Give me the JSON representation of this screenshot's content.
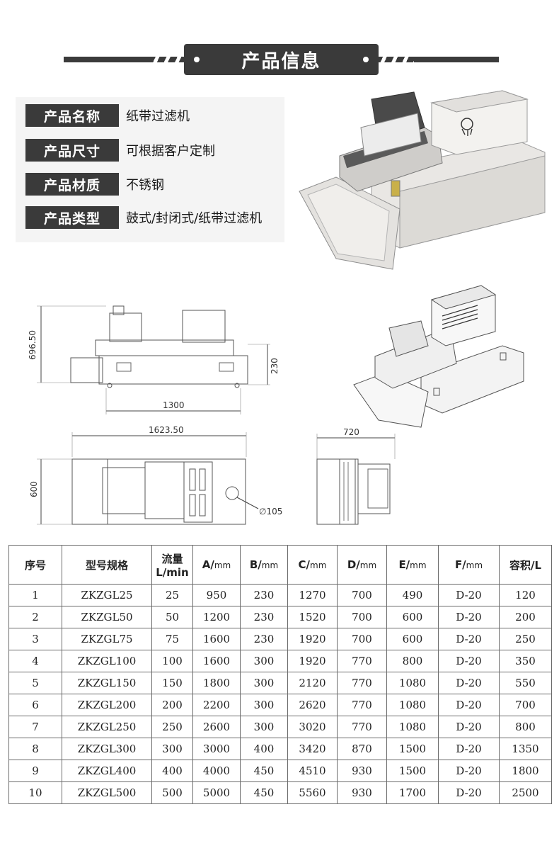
{
  "banner": {
    "title": "产品信息"
  },
  "info": {
    "rows": [
      {
        "label": "产品名称",
        "value": "纸带过滤机"
      },
      {
        "label": "产品尺寸",
        "value": "可根据客户定制"
      },
      {
        "label": "产品材质",
        "value": "不锈钢"
      },
      {
        "label": "产品类型",
        "value": "鼓式/封闭式/纸带过滤机"
      }
    ]
  },
  "drawing": {
    "side": {
      "height": "696.50",
      "width": "1300",
      "b": "230"
    },
    "top": {
      "length": "1623.50",
      "depth": "600",
      "diameter": "∅105"
    },
    "end": {
      "width": "720"
    }
  },
  "table": {
    "headers": [
      {
        "main": "序号",
        "unit": ""
      },
      {
        "main": "型号规格",
        "unit": ""
      },
      {
        "main": "流量",
        "unit": "L/min"
      },
      {
        "main": "A/",
        "unit": "mm"
      },
      {
        "main": "B/",
        "unit": "mm"
      },
      {
        "main": "C/",
        "unit": "mm"
      },
      {
        "main": "D/",
        "unit": "mm"
      },
      {
        "main": "E/",
        "unit": "mm"
      },
      {
        "main": "F/",
        "unit": "mm"
      },
      {
        "main": "容积/L",
        "unit": ""
      }
    ],
    "rows": [
      [
        "1",
        "ZKZGL25",
        "25",
        "950",
        "230",
        "1270",
        "700",
        "490",
        "D-20",
        "120"
      ],
      [
        "2",
        "ZKZGL50",
        "50",
        "1200",
        "230",
        "1520",
        "700",
        "600",
        "D-20",
        "200"
      ],
      [
        "3",
        "ZKZGL75",
        "75",
        "1600",
        "230",
        "1920",
        "700",
        "600",
        "D-20",
        "250"
      ],
      [
        "4",
        "ZKZGL100",
        "100",
        "1600",
        "300",
        "1920",
        "770",
        "800",
        "D-20",
        "350"
      ],
      [
        "5",
        "ZKZGL150",
        "150",
        "1800",
        "300",
        "2120",
        "770",
        "1080",
        "D-20",
        "550"
      ],
      [
        "6",
        "ZKZGL200",
        "200",
        "2200",
        "300",
        "2620",
        "770",
        "1080",
        "D-20",
        "700"
      ],
      [
        "7",
        "ZKZGL250",
        "250",
        "2600",
        "300",
        "3020",
        "770",
        "1080",
        "D-20",
        "800"
      ],
      [
        "8",
        "ZKZGL300",
        "300",
        "3000",
        "400",
        "3420",
        "870",
        "1500",
        "D-20",
        "1350"
      ],
      [
        "9",
        "ZKZGL400",
        "400",
        "4000",
        "450",
        "4510",
        "930",
        "1500",
        "D-20",
        "1800"
      ],
      [
        "10",
        "ZKZGL500",
        "500",
        "5000",
        "450",
        "5560",
        "930",
        "1700",
        "D-20",
        "2500"
      ]
    ]
  }
}
